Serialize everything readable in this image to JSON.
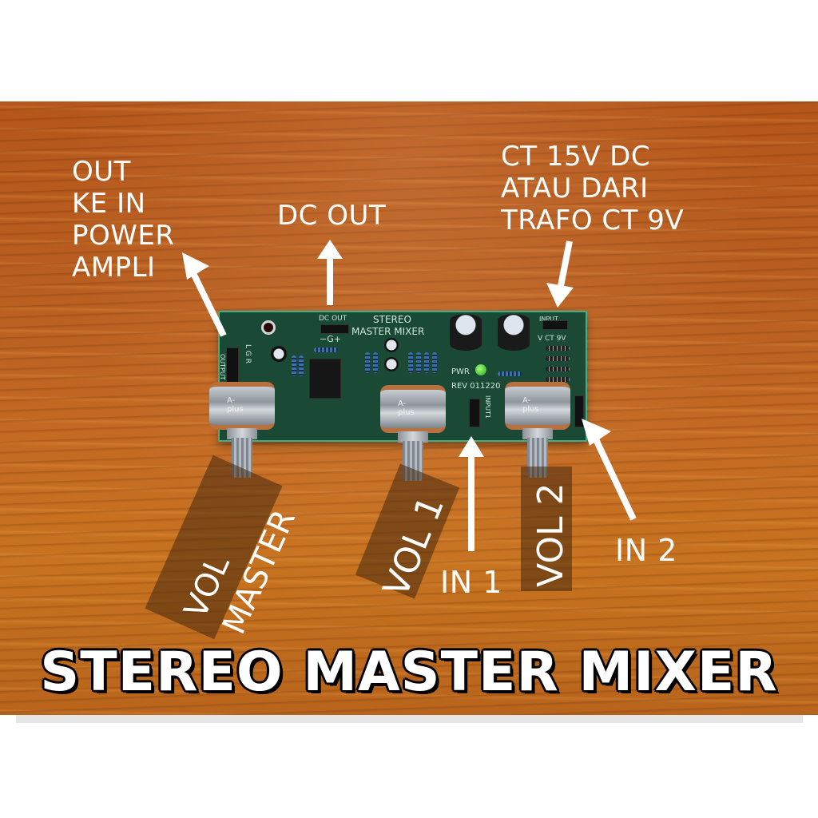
{
  "annotations": {
    "output_label": "OUT\nKE IN\nPOWER\nAMPLI",
    "dc_out_label": "DC OUT",
    "power_label": "CT 15V DC\nATAU DARI\nTRAFO CT 9V",
    "in1_label": "IN 1",
    "in2_label": "IN 2",
    "vol_master_line1": "VOL",
    "vol_master_line2": "MASTER",
    "vol1_label": "VOL 1",
    "vol2_label": "VOL 2"
  },
  "pcb": {
    "title_line1": "STEREO",
    "title_line2": "MASTER MIXER",
    "dc_out": "DC OUT",
    "gnd_marks": "−G+",
    "pwr": "PWR",
    "rev": "REV 011220",
    "input_header": "INPUT",
    "ct_marking": "V CT 9V",
    "output_header": "OUTPUT",
    "lgr": "L G R",
    "input1_header": "INPUT1",
    "pot_brand": "A-plus"
  },
  "title": {
    "text": "STEREO MASTER MIXER"
  },
  "colors": {
    "wood": "#b85e20",
    "pcb_green": "#1a4a36",
    "pcb_edge": "#3fae8a",
    "label_white": "#ffffff",
    "title_outline": "#000000"
  }
}
